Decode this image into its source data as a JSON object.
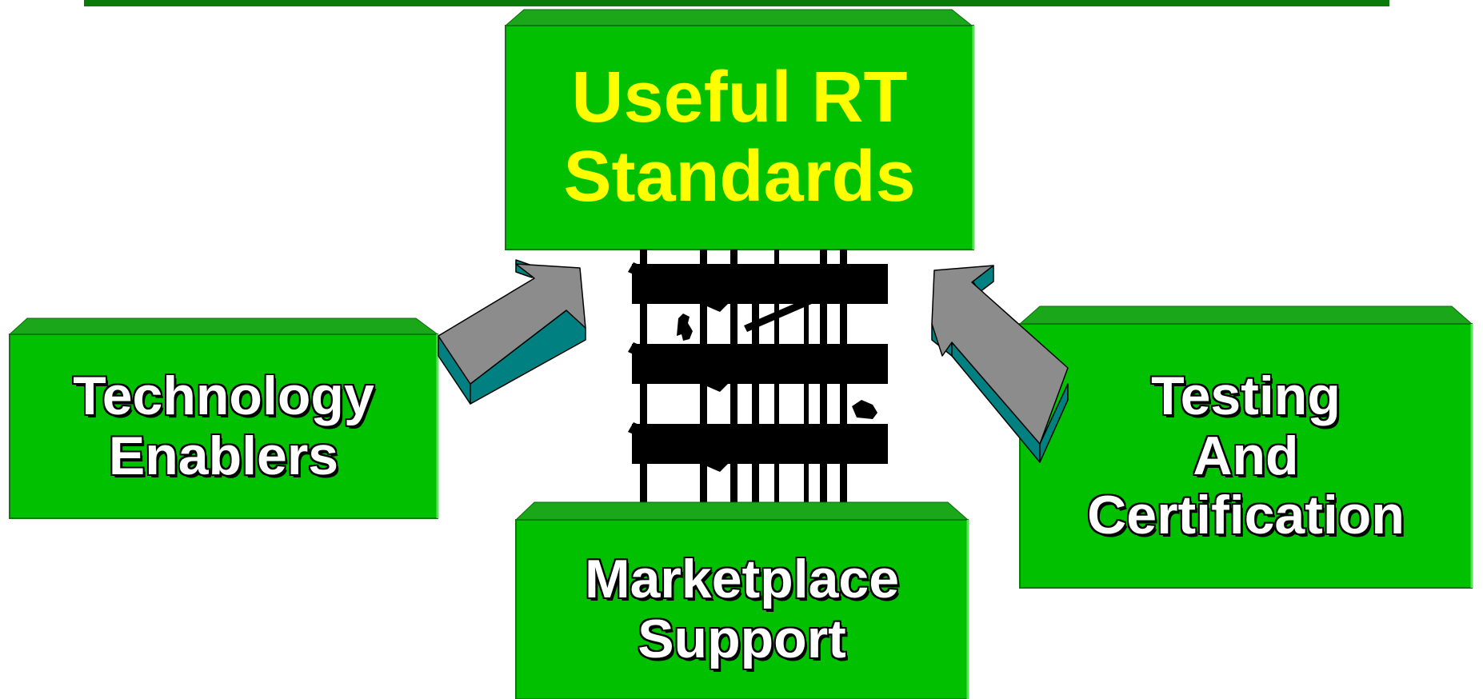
{
  "title_box": {
    "line1": "Useful RT",
    "line2": "Standards"
  },
  "left_box": {
    "line1": "Technology",
    "line2": "Enablers"
  },
  "right_box": {
    "line1": "Testing",
    "line2": "And",
    "line3": "Certification"
  },
  "bottom_box": {
    "line1": "Marketplace",
    "line2": "Support"
  },
  "colors": {
    "box_green": "#00c000",
    "box_top_face": "#16a016",
    "title_text": "#ffff00",
    "label_text": "#ffffff",
    "arrow_face": "#8c8c8c",
    "arrow_side": "#008080",
    "rule": "#0a7a0a"
  }
}
